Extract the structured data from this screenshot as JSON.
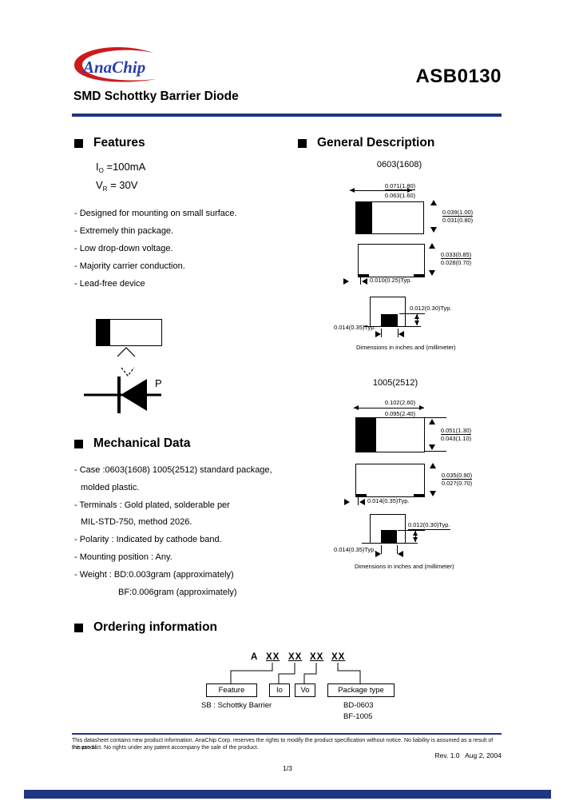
{
  "header": {
    "logo_text": "AnaChip",
    "product_id": "ASB0130",
    "subtitle": "SMD Schottky Barrier Diode"
  },
  "features": {
    "title": "Features",
    "io_sym": "I",
    "io_sub": "O",
    "io_val": "=100mA",
    "vr_sym": "V",
    "vr_sub": "R",
    "vr_val": "= 30V",
    "items": [
      "- Designed for mounting on small surface.",
      "- Extremely thin package.",
      "- Low drop-down voltage.",
      "- Majority carrier conduction.",
      "- Lead-free device"
    ],
    "polarity_label": "P"
  },
  "general": {
    "title": "General Description",
    "note": "Dimensions in inches and (millimeter)",
    "pkg1": {
      "name": "0603(1608)",
      "len_max": "0.071(1.80)",
      "len_min": "0.063(1.60)",
      "wid_max": "0.039(1.00)",
      "wid_min": "0.031(0.80)",
      "hgt_max": "0.033(0.85)",
      "hgt_min": "0.028(0.70)",
      "term": "0.010(0.25)Typ.",
      "pad_h": "0.012(0.30)Typ.",
      "pad_w": "0.014(0.35)Typ."
    },
    "pkg2": {
      "name": "1005(2512)",
      "len_max": "0.102(2.60)",
      "len_min": "0.095(2.40)",
      "wid_max": "0.051(1.30)",
      "wid_min": "0.043(1.10)",
      "hgt_max": "0.035(0.90)",
      "hgt_min": "0.027(0.70)",
      "term": "0.014(0.35)Typ.",
      "pad_h": "0.012(0.30)Typ.",
      "pad_w": "0.014(0.35)Typ."
    }
  },
  "mechanical": {
    "title": "Mechanical Data",
    "lines": [
      "- Case :0603(1608) 1005(2512) standard package,",
      "molded plastic.",
      "- Terminals : Gold plated, solderable per",
      "MIL-STD-750, method 2026.",
      "- Polarity : Indicated by cathode band.",
      "- Mounting position : Any.",
      "- Weight : BD:0.003gram (approximately)",
      "BF:0.006gram (approximately)"
    ]
  },
  "ordering": {
    "title": "Ordering information",
    "prefix": "A",
    "parts": [
      "XX",
      "XX",
      "XX",
      "XX"
    ],
    "boxes": [
      "Feature",
      "Io",
      "Vo",
      "Package type"
    ],
    "feature_note": "SB : Schottky Barrier",
    "pkg_notes": [
      "BD-0603",
      "BF-1005"
    ]
  },
  "footer": {
    "disclaimer1": "This datasheet contains new product information. AnaChip Corp. reserves the rights to modify the product specification without notice. No liability is assumed as a result of the use of",
    "disclaimer2": "this product. No rights under any patent accompany the sale of the product.",
    "revision": "Rev. 1.0   Aug 2, 2004",
    "page": "1/3"
  },
  "colors": {
    "accent_blue": "#20367f",
    "logo_red": "#cc1b1e",
    "logo_blue": "#2a3fa8"
  }
}
